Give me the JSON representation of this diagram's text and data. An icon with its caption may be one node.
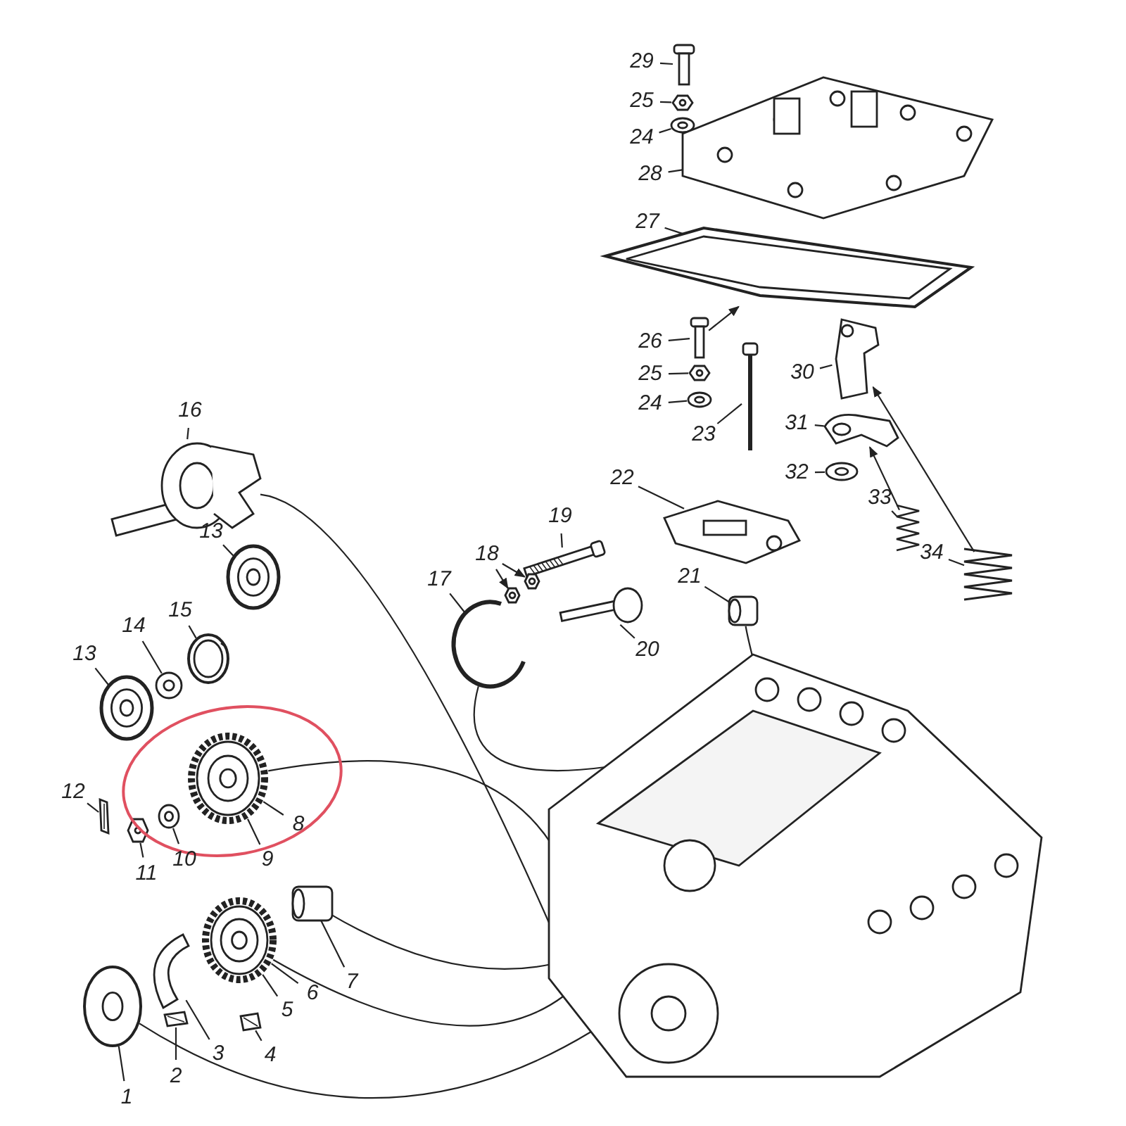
{
  "diagram": {
    "nodes": [
      {
        "text": [
          "29"
        ]
      },
      {
        "text": [
          "25"
        ]
      },
      {
        "text": [
          "24"
        ]
      },
      {
        "text": [
          "28"
        ]
      },
      {
        "text": [
          "27"
        ]
      },
      {
        "text": [
          "26"
        ]
      },
      {
        "text": [
          "25"
        ]
      },
      {
        "text": [
          "24"
        ]
      },
      {
        "text": [
          "23"
        ]
      },
      {
        "text": [
          "30"
        ]
      },
      {
        "text": [
          "31"
        ]
      },
      {
        "text": [
          "32"
        ]
      },
      {
        "text": [
          "22"
        ]
      },
      {
        "text": [
          "33"
        ]
      },
      {
        "text": [
          "16"
        ]
      },
      {
        "text": [
          "19"
        ]
      },
      {
        "text": [
          "18"
        ]
      },
      {
        "text": [
          "17"
        ]
      },
      {
        "text": [
          "34"
        ]
      },
      {
        "text": [
          "21"
        ]
      },
      {
        "text": [
          "20"
        ]
      },
      {
        "text": [
          "13"
        ]
      },
      {
        "text": [
          "14"
        ]
      },
      {
        "text": [
          "15"
        ]
      },
      {
        "text": [
          "13"
        ]
      },
      {
        "text": [
          "12"
        ]
      },
      {
        "text": [
          "8"
        ]
      },
      {
        "text": [
          "9"
        ]
      },
      {
        "text": [
          "10"
        ]
      },
      {
        "text": [
          "11"
        ]
      },
      {
        "text": [
          "7"
        ]
      },
      {
        "text": [
          "6"
        ]
      },
      {
        "text": [
          "5"
        ]
      },
      {
        "text": [
          "3"
        ]
      },
      {
        "text": [
          "4"
        ]
      },
      {
        "text": [
          "2"
        ]
      },
      {
        "text": [
          "1"
        ]
      },
      {
        "text": [],
        "shape": "picture"
      },
      {
        "text": [],
        "shape": "picture"
      },
      {
        "text": [],
        "shape": "picture"
      },
      {
        "text": [],
        "shape": "picture"
      },
      {
        "text": [],
        "shape": "picture"
      },
      {
        "text": [],
        "shape": "picture"
      },
      {
        "text": [],
        "shape": "picture"
      },
      {
        "text": [],
        "shape": "picture"
      },
      {
        "text": [],
        "shape": "picture"
      },
      {
        "text": [],
        "shape": "picture"
      },
      {
        "text": [],
        "shape": "picture"
      },
      {
        "text": [],
        "shape": "picture"
      },
      {
        "text": [],
        "shape": "picture"
      },
      {
        "text": [],
        "shape": "picture"
      },
      {
        "text": [],
        "shape": "picture"
      },
      {
        "text": [],
        "shape": "picture"
      },
      {
        "text": [],
        "shape": "picture"
      },
      {
        "text": [],
        "shape": "picture"
      },
      {
        "text": [],
        "shape": "picture"
      },
      {
        "text": [],
        "shape": "picture"
      },
      {
        "text": [],
        "shape": "picture"
      },
      {
        "text": [],
        "shape": "picture"
      },
      {
        "text": [],
        "shape": "picture"
      },
      {
        "text": [],
        "shape": "picture"
      },
      {
        "text": [],
        "shape": "picture"
      },
      {
        "text": [],
        "shape": "picture"
      },
      {
        "text": [],
        "shape": "picture"
      },
      {
        "text": [],
        "shape": "picture"
      },
      {
        "text": [],
        "shape": "picture"
      },
      {
        "text": [],
        "shape": "picture"
      },
      {
        "text": [],
        "shape": "picture"
      },
      {
        "text": [],
        "shape": "picture"
      },
      {
        "text": [],
        "shape": "picture"
      },
      {
        "text": [],
        "shape": "picture"
      },
      {
        "text": [],
        "shape": "picture"
      },
      {
        "text": [],
        "shape": "picture"
      },
      {
        "text": [],
        "shape": "picture"
      }
    ],
    "edges": [
      {
        "from": 0,
        "to": 37,
        "arrow": "none"
      },
      {
        "from": 1,
        "to": 38,
        "arrow": "none"
      },
      {
        "from": 2,
        "to": 39,
        "arrow": "none"
      },
      {
        "from": 3,
        "to": 40,
        "arrow": "none"
      },
      {
        "from": 4,
        "to": 41,
        "arrow": "none"
      },
      {
        "from": 5,
        "to": 42,
        "arrow": "none"
      },
      {
        "from": 6,
        "to": 43,
        "arrow": "none"
      },
      {
        "from": 7,
        "to": 44,
        "arrow": "none"
      },
      {
        "from": 8,
        "to": 45,
        "arrow": "none"
      },
      {
        "from": 9,
        "to": 46,
        "arrow": "none"
      },
      {
        "from": 10,
        "to": 47,
        "arrow": "none"
      },
      {
        "from": 11,
        "to": 48,
        "arrow": "none"
      },
      {
        "from": 12,
        "to": 49,
        "arrow": "none"
      },
      {
        "from": 13,
        "to": 50,
        "arrow": "none"
      },
      {
        "from": 14,
        "to": 51,
        "arrow": "none"
      },
      {
        "from": 15,
        "to": 52,
        "arrow": "none"
      },
      {
        "from": 16,
        "to": 53,
        "arrow": "to"
      },
      {
        "from": 16,
        "to": 73,
        "arrow": "to"
      },
      {
        "from": 17,
        "to": 54,
        "arrow": "none"
      },
      {
        "from": 18,
        "to": 55,
        "arrow": "none"
      },
      {
        "from": 19,
        "to": 56,
        "arrow": "none"
      },
      {
        "from": 20,
        "to": 57,
        "arrow": "none"
      },
      {
        "from": 21,
        "to": 58,
        "arrow": "none"
      },
      {
        "from": 22,
        "to": 59,
        "arrow": "none"
      },
      {
        "from": 23,
        "to": 60,
        "arrow": "none"
      },
      {
        "from": 24,
        "to": 61,
        "arrow": "none"
      },
      {
        "from": 25,
        "to": 62,
        "arrow": "none"
      },
      {
        "from": 26,
        "to": 63,
        "arrow": "none"
      },
      {
        "from": 27,
        "to": 63,
        "arrow": "none"
      },
      {
        "from": 28,
        "to": 64,
        "arrow": "none"
      },
      {
        "from": 29,
        "to": 65,
        "arrow": "none"
      },
      {
        "from": 30,
        "to": 66,
        "arrow": "none"
      },
      {
        "from": 31,
        "to": 67,
        "arrow": "none"
      },
      {
        "from": 32,
        "to": 67,
        "arrow": "none"
      },
      {
        "from": 33,
        "to": 68,
        "arrow": "none"
      },
      {
        "from": 34,
        "to": 69,
        "arrow": "none"
      },
      {
        "from": 35,
        "to": 70,
        "arrow": "none"
      },
      {
        "from": 36,
        "to": 71,
        "arrow": "none"
      },
      {
        "from": 42,
        "to": 41,
        "arrow": "to"
      },
      {
        "from": 50,
        "to": 47,
        "arrow": "to"
      },
      {
        "from": 55,
        "to": 46,
        "arrow": "to"
      },
      {
        "from": 51,
        "to": 72,
        "arrow": "none"
      },
      {
        "from": 54,
        "to": 72,
        "arrow": "none"
      },
      {
        "from": 63,
        "to": 72,
        "arrow": "none"
      },
      {
        "from": 66,
        "to": 72,
        "arrow": "none"
      },
      {
        "from": 67,
        "to": 72,
        "arrow": "none"
      },
      {
        "from": 71,
        "to": 72,
        "arrow": "none"
      },
      {
        "from": 56,
        "to": 72,
        "arrow": "none"
      }
    ]
  }
}
